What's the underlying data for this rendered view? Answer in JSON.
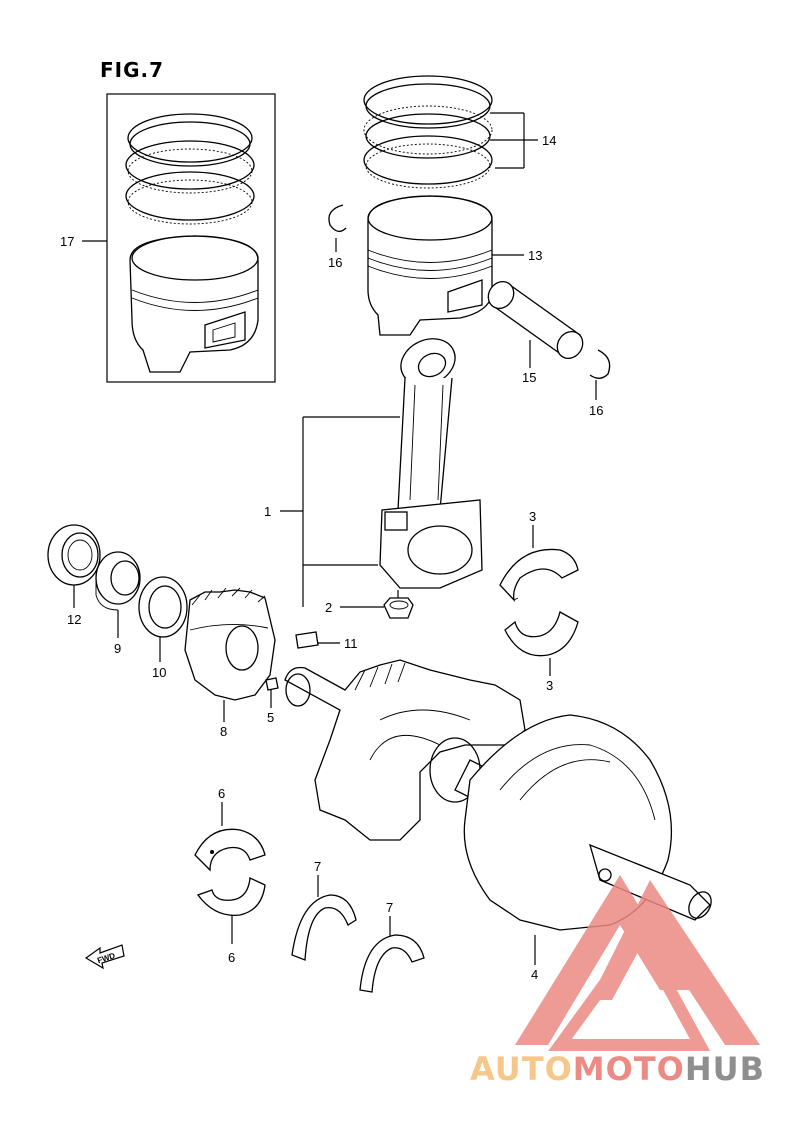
{
  "figure": {
    "title": "FIG.7"
  },
  "callouts": {
    "c1": "1",
    "c2": "2",
    "c3a": "3",
    "c3b": "3",
    "c4": "4",
    "c5": "5",
    "c6a": "6",
    "c6b": "6",
    "c7a": "7",
    "c7b": "7",
    "c8": "8",
    "c9": "9",
    "c10": "10",
    "c11": "11",
    "c12": "12",
    "c13": "13",
    "c14": "14",
    "c15": "15",
    "c16a": "16",
    "c16b": "16",
    "c17": "17"
  },
  "fwd_label": "FWD",
  "watermark": {
    "part1": "AUTO",
    "part2": "MOTO",
    "part3": "HUB"
  },
  "colors": {
    "watermark_yellow": "#f5c78a",
    "watermark_red": "#ec8a84",
    "watermark_gray": "#8f8f8f"
  }
}
